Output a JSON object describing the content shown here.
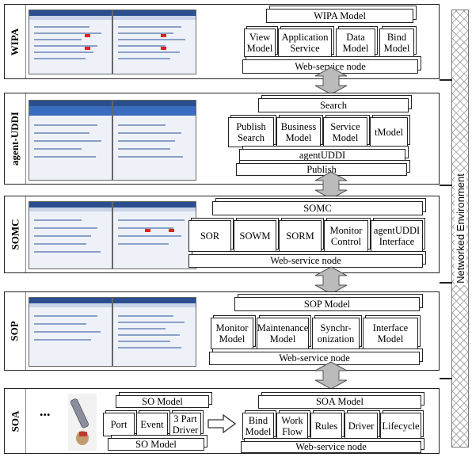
{
  "environment_label": "Networked Environment",
  "layers": {
    "wipa": {
      "label": "WIPA",
      "top_bar": "WIPA Model",
      "modules": [
        "View Model",
        "Application Service",
        "Data Model",
        "Bind Model"
      ],
      "bottom_bar": "Web-service node"
    },
    "agent_uddi": {
      "label": "agent-UDDI",
      "top_bar": "Search",
      "modules": [
        "Publish Search",
        "Business Model",
        "Service Model",
        "tModel"
      ],
      "mid_bar": "agentUDDI",
      "bottom_bar": "Publish"
    },
    "somc": {
      "label": "SOMC",
      "top_bar": "SOMC",
      "modules": [
        "SOR",
        "SOWM",
        "SORM",
        "Monitor Control",
        "agentUDDI Interface"
      ],
      "bottom_bar": "Web-service node"
    },
    "sop": {
      "label": "SOP",
      "top_bar": "SOP Model",
      "modules": [
        "Monitor Model",
        "Maintenance Model",
        "Synchr- onization",
        "Interface Model"
      ],
      "bottom_bar": "Web-service node"
    },
    "soa": {
      "label": "SOA",
      "ellipsis": "...",
      "so_top": "SO Model",
      "so_modules": [
        "Port",
        "Event",
        "3 Part Driver"
      ],
      "so_bottom": "SO Model",
      "top_bar": "SOA Model",
      "modules": [
        "Bind Model",
        "Work Flow",
        "Rules",
        "Driver",
        "Lifecycle"
      ],
      "bottom_bar": "Web-service node"
    }
  }
}
